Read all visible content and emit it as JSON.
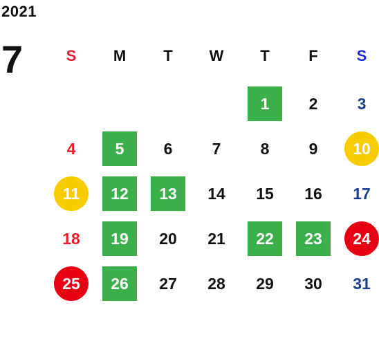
{
  "calendar": {
    "year": "2021",
    "month": "7",
    "weekdays": [
      {
        "label": "S",
        "color": "#e0202a"
      },
      {
        "label": "M",
        "color": "#111111"
      },
      {
        "label": "T",
        "color": "#111111"
      },
      {
        "label": "W",
        "color": "#111111"
      },
      {
        "label": "T",
        "color": "#111111"
      },
      {
        "label": "F",
        "color": "#111111"
      },
      {
        "label": "S",
        "color": "#1a2fd8"
      }
    ],
    "days": [
      {
        "day": "1",
        "highlight": "green"
      },
      {
        "day": "2",
        "highlight": "none"
      },
      {
        "day": "3",
        "highlight": "none"
      },
      {
        "day": "4",
        "highlight": "none"
      },
      {
        "day": "5",
        "highlight": "green"
      },
      {
        "day": "6",
        "highlight": "none"
      },
      {
        "day": "7",
        "highlight": "none"
      },
      {
        "day": "8",
        "highlight": "none"
      },
      {
        "day": "9",
        "highlight": "none"
      },
      {
        "day": "10",
        "highlight": "yellow-circle"
      },
      {
        "day": "11",
        "highlight": "yellow-circle"
      },
      {
        "day": "12",
        "highlight": "green"
      },
      {
        "day": "13",
        "highlight": "green"
      },
      {
        "day": "14",
        "highlight": "none"
      },
      {
        "day": "15",
        "highlight": "none"
      },
      {
        "day": "16",
        "highlight": "none"
      },
      {
        "day": "17",
        "highlight": "none"
      },
      {
        "day": "18",
        "highlight": "none"
      },
      {
        "day": "19",
        "highlight": "green"
      },
      {
        "day": "20",
        "highlight": "none"
      },
      {
        "day": "21",
        "highlight": "none"
      },
      {
        "day": "22",
        "highlight": "green"
      },
      {
        "day": "23",
        "highlight": "green"
      },
      {
        "day": "24",
        "highlight": "red-circle"
      },
      {
        "day": "25",
        "highlight": "red-circle"
      },
      {
        "day": "26",
        "highlight": "green"
      },
      {
        "day": "27",
        "highlight": "none"
      },
      {
        "day": "28",
        "highlight": "none"
      },
      {
        "day": "29",
        "highlight": "none"
      },
      {
        "day": "30",
        "highlight": "none"
      },
      {
        "day": "31",
        "highlight": "none"
      }
    ],
    "colors": {
      "sunday": "#e0202a",
      "saturday": "#1d3d8f",
      "green": "#3bb04a",
      "yellow": "#f8cd00",
      "red": "#e60012"
    }
  }
}
